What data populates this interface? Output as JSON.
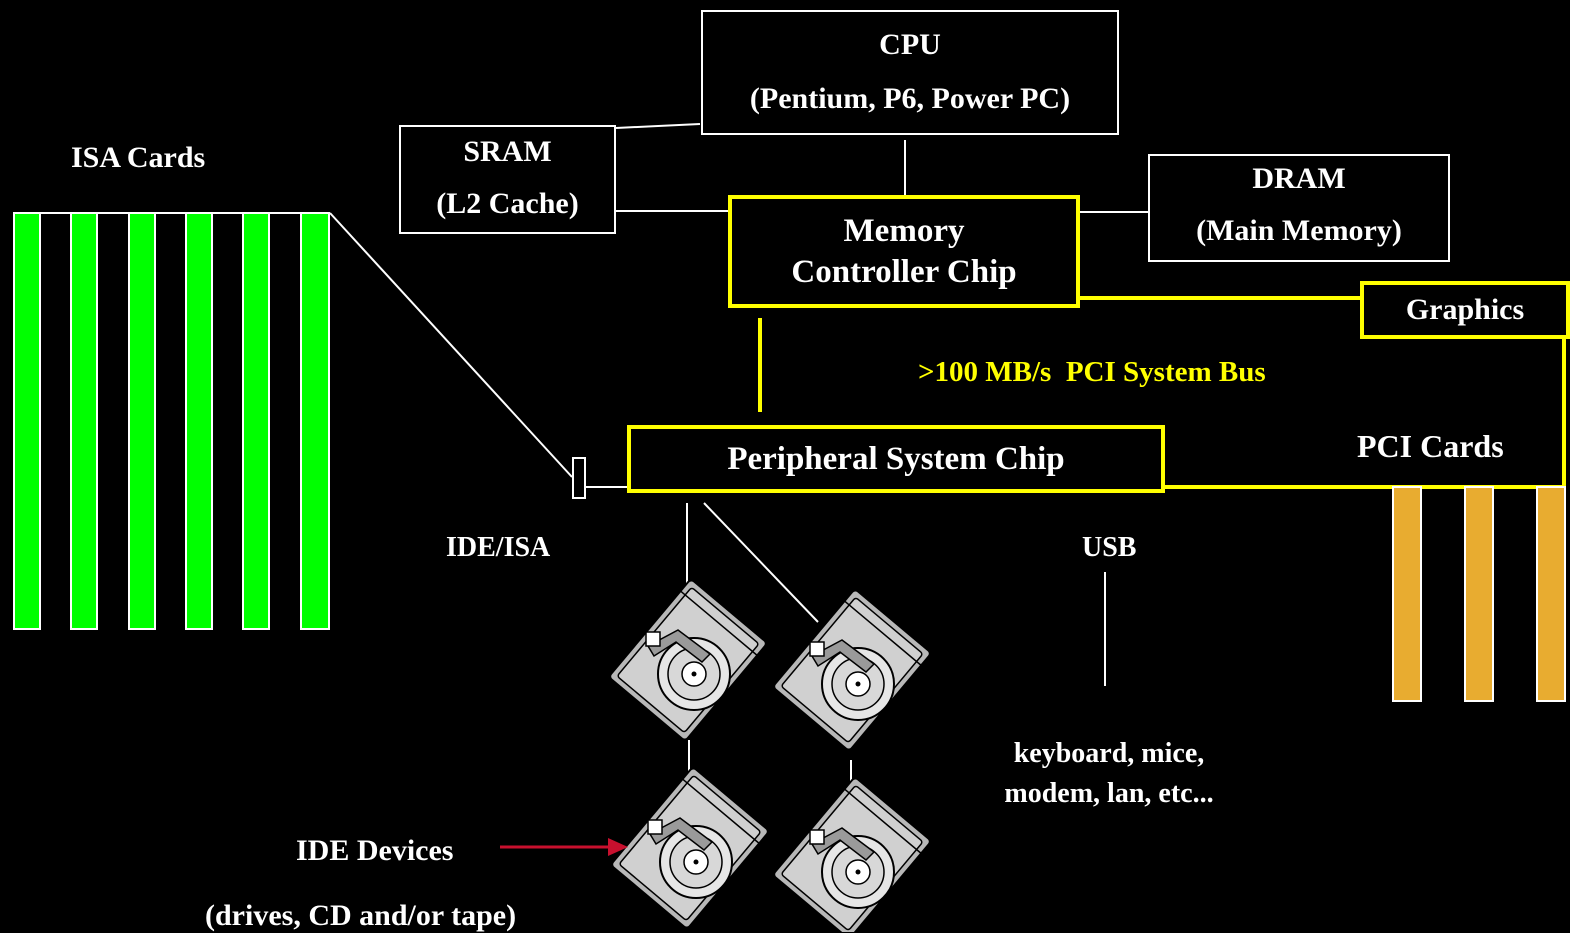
{
  "cpu": {
    "title": "CPU",
    "subtitle": "(Pentium, P6, Power PC)"
  },
  "sram": {
    "title": "SRAM",
    "subtitle": "(L2 Cache)"
  },
  "dram": {
    "title": "DRAM",
    "subtitle": "(Main Memory)"
  },
  "memory_controller": {
    "line1": "Memory",
    "line2": "Controller Chip"
  },
  "graphics": {
    "label": "Graphics"
  },
  "pci_bus": {
    "label": ">100 MB/s  PCI System Bus"
  },
  "peripheral_chip": {
    "label": "Peripheral System Chip"
  },
  "pci_cards": {
    "label": "PCI Cards"
  },
  "isa_cards": {
    "label": "ISA Cards"
  },
  "ide_isa": {
    "label": "IDE/ISA"
  },
  "usb": {
    "label": "USB",
    "devices_line1": "keyboard, mice,",
    "devices_line2": "modem, lan, etc..."
  },
  "ide_devices": {
    "label": "IDE Devices",
    "subtitle": "(drives, CD and/or tape)"
  },
  "colors": {
    "background": "#000000",
    "text": "#ffffff",
    "bus_highlight": "#ffff00",
    "isa_card": "#00ff00",
    "pci_card": "#e8ac30",
    "arrow": "#c8102e",
    "drive_body": "#b8b8b8"
  },
  "icons": {
    "drive": "hard-drive-icon",
    "arrow": "arrow-right-icon"
  }
}
